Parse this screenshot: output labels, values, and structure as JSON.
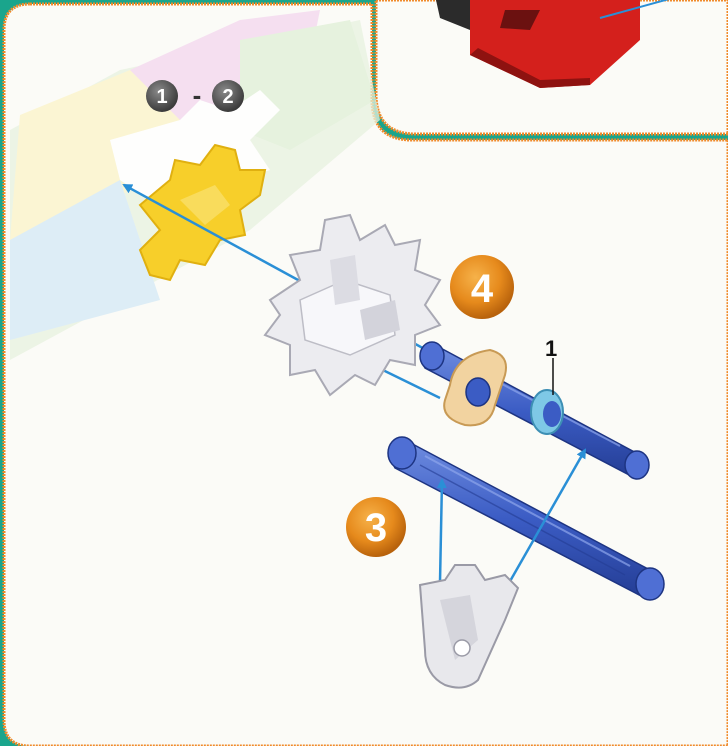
{
  "page": {
    "previous_steps_ref": {
      "from": "1",
      "dash": "-",
      "to": "2"
    },
    "steps": [
      {
        "number": "4"
      },
      {
        "number": "3"
      }
    ],
    "part_callout": "1"
  },
  "colors": {
    "page_bg": "#1aa58c",
    "panel_bg": "#fbfbf7",
    "panel_border": "#f08a2a",
    "badge_orange": "#e68a1c",
    "rod_blue": "#3b5cc4",
    "arrow_blue": "#2a8fd6",
    "connector_yellow": "#f7cf2a",
    "connector_white": "#e9e9ee",
    "connector_tan": "#f2d3a0",
    "spacer_cyan": "#7ec8e6",
    "connector_red": "#d4201c"
  }
}
